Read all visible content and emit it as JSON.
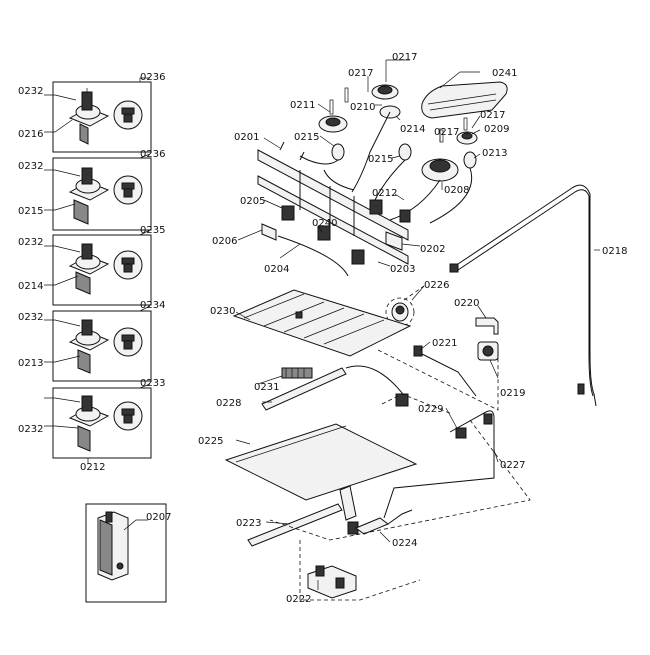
{
  "colors": {
    "ink": "#111111",
    "background": "#ffffff",
    "shade": "#888888"
  },
  "labels": {
    "p0236a": "0236",
    "p0232a": "0232",
    "p0216": "0216",
    "p0236b": "0236",
    "p0232b": "0232",
    "p0215a": "0215",
    "p0235": "0235",
    "p0232c": "0232",
    "p0214a": "0214",
    "p0234": "0234",
    "p0232d": "0232",
    "p0213a": "0213",
    "p0233": "0233",
    "p0232e": "0232",
    "p0212a": "0212",
    "p0207": "0207",
    "p0217a": "0217",
    "p0217b": "0217",
    "p0241": "0241",
    "p0211": "0211",
    "p0210": "0210",
    "p0214b": "0214",
    "p0217c": "0217",
    "p0217d": "0217",
    "p0209": "0209",
    "p0201": "0201",
    "p0215b": "0215",
    "p0215c": "0215",
    "p0213b": "0213",
    "p0208": "0208",
    "p0212b": "0212",
    "p0205": "0205",
    "p0240": "0240",
    "p0206": "0206",
    "p0204": "0204",
    "p0202": "0202",
    "p0203": "0203",
    "p0218": "0218",
    "p0226": "0226",
    "p0220": "0220",
    "p0230": "0230",
    "p0221": "0221",
    "p0219": "0219",
    "p0231": "0231",
    "p0228": "0228",
    "p0229": "0229",
    "p0225": "0225",
    "p0227": "0227",
    "p0223": "0223",
    "p0224": "0224",
    "p0222": "0222"
  }
}
